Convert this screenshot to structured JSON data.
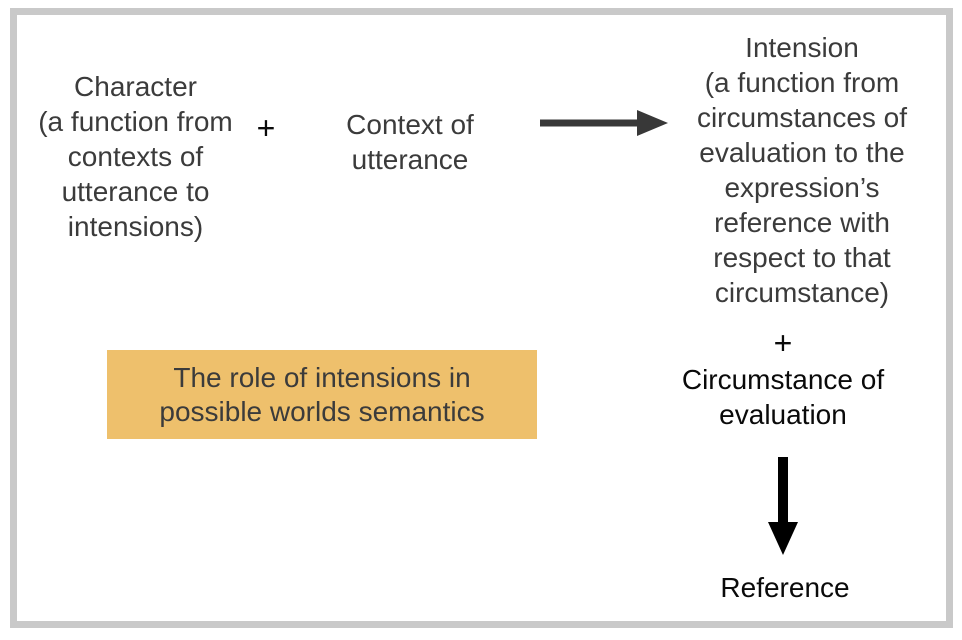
{
  "diagram": {
    "colors": {
      "highlight_bg": "#eec06c",
      "text_gray": "#3b3b3b",
      "text_black": "#0a0a0a",
      "arrow_gray": "#383838",
      "arrow_black": "#000000",
      "frame_border": "#c9c9c9",
      "background": "#ffffff"
    },
    "nodes": {
      "character": "Character\n(a function from\ncontexts of\nutterance to\nintensions)",
      "plus_top": "+",
      "context": "Context of\nutterance",
      "intension": "Intension\n(a function from\ncircumstances of\nevaluation to the\nexpression’s\nreference with\nrespect to that\ncircumstance)",
      "plus_right": "+",
      "circumstance": "Circumstance of\nevaluation",
      "reference": "Reference",
      "highlight_caption": "The role of intensions in\npossible worlds semantics"
    },
    "arrows": {
      "right_arrow": "character + context to intension",
      "down_arrow": "intension + circumstance to reference"
    }
  }
}
